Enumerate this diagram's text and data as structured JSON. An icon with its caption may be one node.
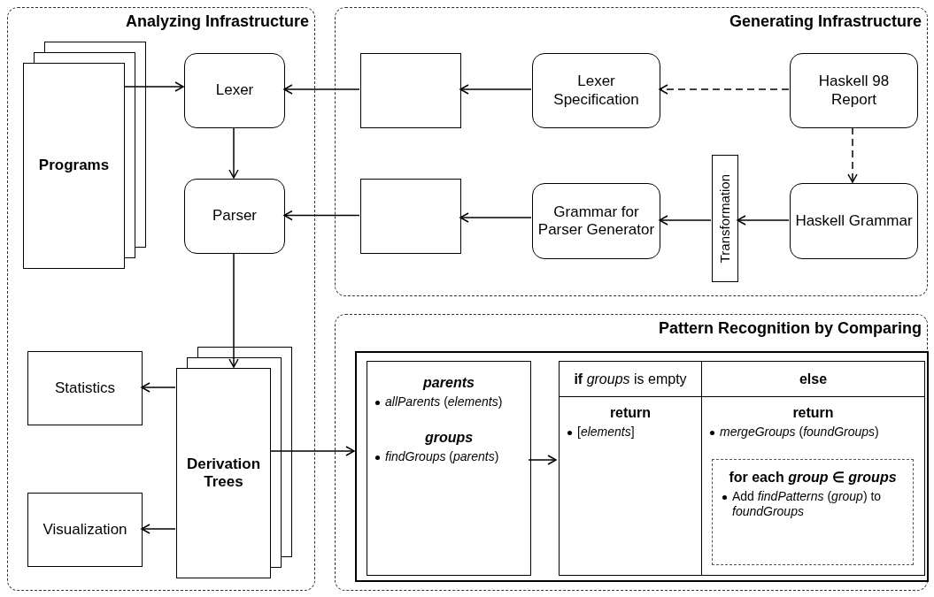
{
  "diagram": {
    "nodes": [
      {
        "text": [
          "Analyzing Infrastructure"
        ]
      },
      {
        "text": [
          "Programs"
        ],
        "in": 0
      },
      {
        "text": [
          "Lexer"
        ],
        "in": 0
      },
      {
        "text": [
          "Parser"
        ],
        "in": 0
      },
      {
        "text": [
          "Statistics"
        ],
        "in": 0
      },
      {
        "text": [
          "Visualization"
        ],
        "in": 0
      },
      {
        "text": [
          "Derivation Trees"
        ],
        "in": 0
      },
      {
        "text": [
          "Generating Infrastructure"
        ]
      },
      {
        "text": [],
        "shape": "box",
        "in": 7
      },
      {
        "text": [
          "Lexer Specification"
        ],
        "in": 7
      },
      {
        "text": [
          "Haskell 98 Report"
        ],
        "in": 7
      },
      {
        "text": [
          "Grammar for Parser Generator"
        ],
        "in": 7
      },
      {
        "text": [
          "Transformation"
        ],
        "in": 7
      },
      {
        "text": [
          "Haskell Grammar"
        ],
        "in": 7
      },
      {
        "text": [],
        "shape": "box",
        "in": 7
      },
      {
        "text": [
          "Pattern Recognition by Comparing"
        ]
      },
      {
        "text": [],
        "shape": "box",
        "in": 15
      },
      {
        "text": [
          "parents",
          "*allParents* (*elements*)",
          "groups",
          "*findGroups* (*parents*)"
        ],
        "in": 16
      },
      {
        "text": [
          "**if** *groups* is empty",
          "else",
          "return",
          "[*elements*]",
          "return",
          "*mergeGroups* (*foundGroups*)"
        ],
        "in": 16
      },
      {
        "text": [
          "**for each** *group* ∈ *groups*",
          "Add *findPatterns* (*group*) to *foundGroups*"
        ],
        "in": 18
      }
    ],
    "edges": [
      {
        "from": 1,
        "to": 2,
        "arrow": "to"
      },
      {
        "from": 8,
        "to": 2,
        "arrow": "to"
      },
      {
        "from": 9,
        "to": 8,
        "arrow": "to"
      },
      {
        "from": 10,
        "to": 9,
        "arrow": "to",
        "style": "dashed"
      },
      {
        "from": 2,
        "to": 3,
        "arrow": "to"
      },
      {
        "from": 10,
        "to": 13,
        "arrow": "to",
        "style": "dashed"
      },
      {
        "from": 13,
        "to": 12,
        "arrow": "to"
      },
      {
        "from": 12,
        "to": 11,
        "arrow": "to"
      },
      {
        "from": 11,
        "to": 14,
        "arrow": "to"
      },
      {
        "from": 14,
        "to": 3,
        "arrow": "to"
      },
      {
        "from": 3,
        "to": 6,
        "arrow": "to"
      },
      {
        "from": 6,
        "to": 4,
        "arrow": "to"
      },
      {
        "from": 6,
        "to": 5,
        "arrow": "to"
      },
      {
        "from": 6,
        "to": 16,
        "arrow": "to"
      },
      {
        "from": 17,
        "to": 18,
        "arrow": "to"
      }
    ]
  }
}
